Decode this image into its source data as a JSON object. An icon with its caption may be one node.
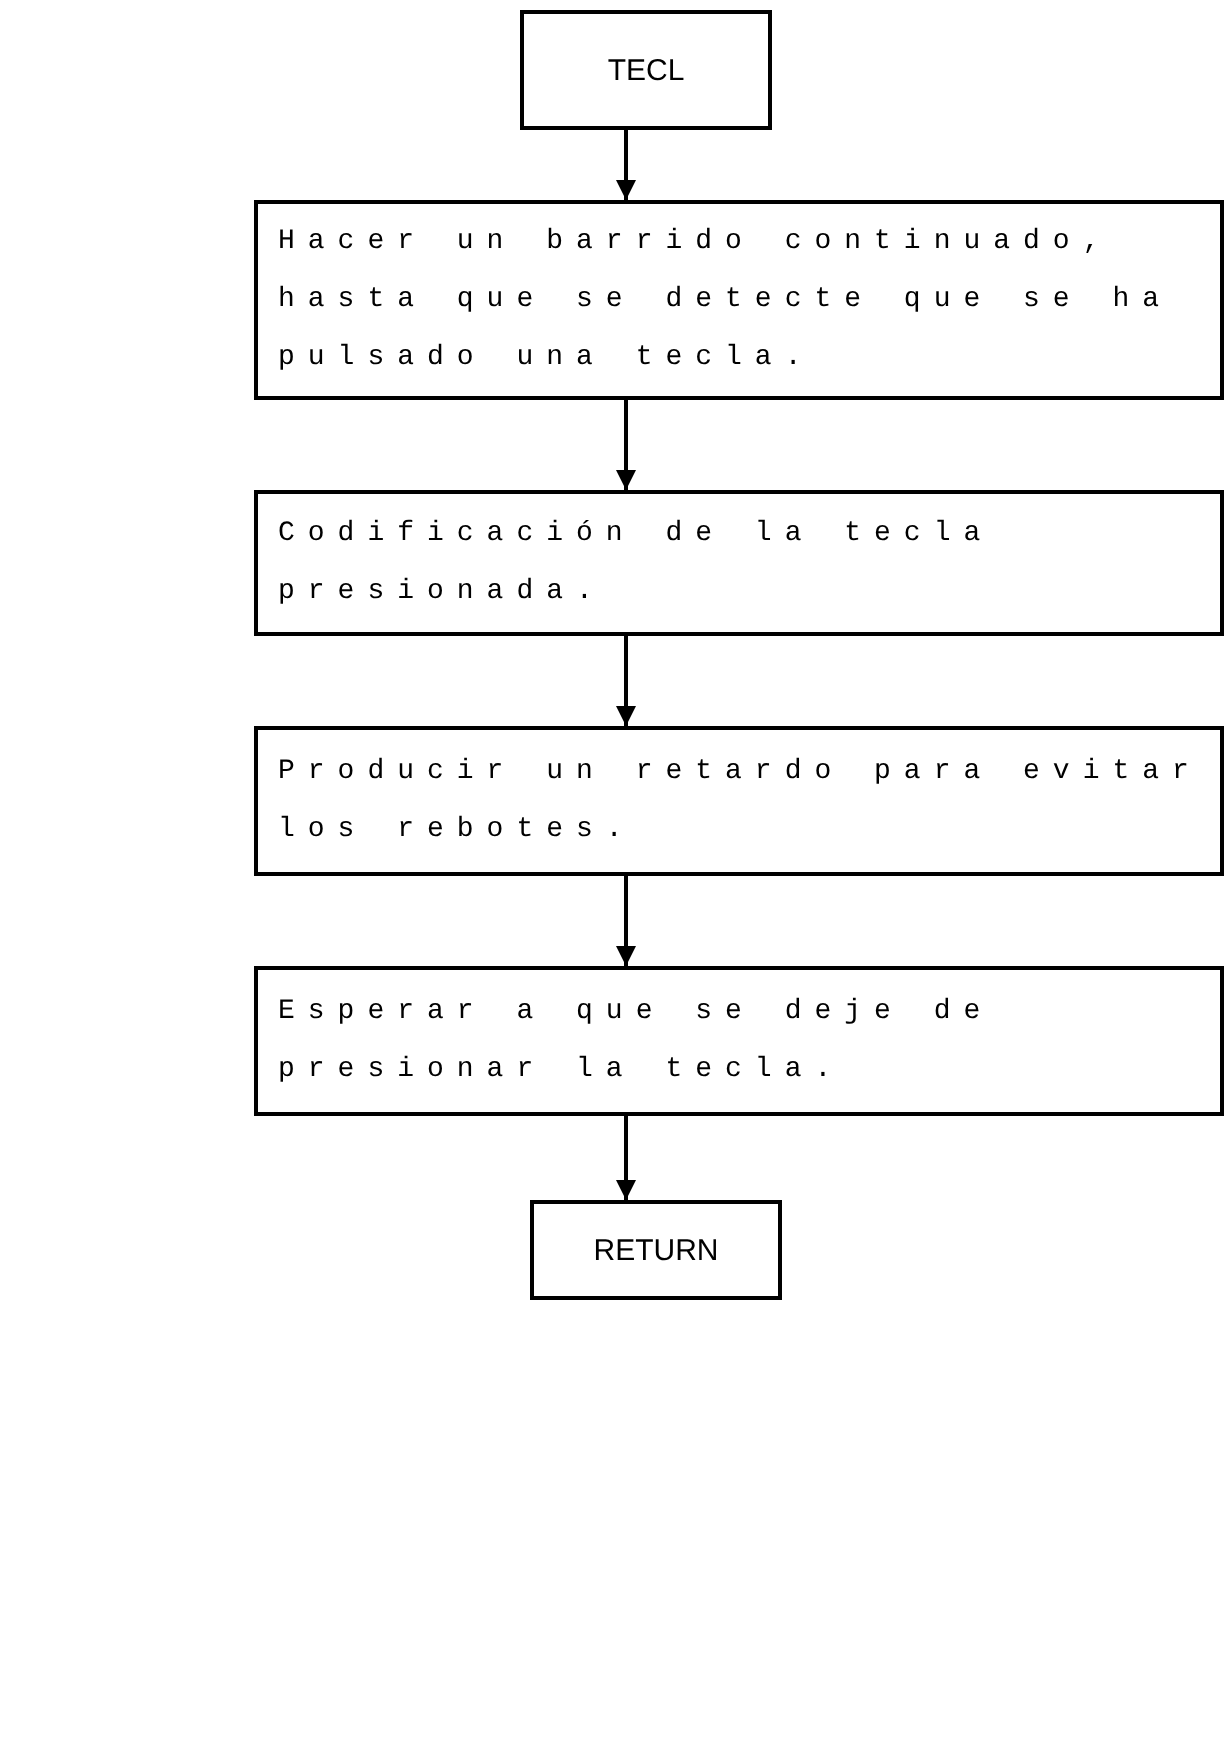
{
  "diagram": {
    "nodes": [
      {
        "text": [
          "TECL"
        ]
      },
      {
        "text": [
          "Hacer un barrido continuado, hasta que se detecte que se ha pulsado una tecla."
        ]
      },
      {
        "text": [
          "Codificación de la tecla presionada."
        ]
      },
      {
        "text": [
          "Producir un retardo para evitar los rebotes."
        ]
      },
      {
        "text": [
          "Esperar a que se deje de presionar la tecla."
        ]
      },
      {
        "text": [
          "RETURN"
        ]
      }
    ],
    "edges": [
      {
        "from": 0,
        "to": 1,
        "arrow": "to"
      },
      {
        "from": 1,
        "to": 2,
        "arrow": "to"
      },
      {
        "from": 2,
        "to": 3,
        "arrow": "to"
      },
      {
        "from": 3,
        "to": 4,
        "arrow": "to"
      },
      {
        "from": 4,
        "to": 5,
        "arrow": "to"
      }
    ]
  }
}
